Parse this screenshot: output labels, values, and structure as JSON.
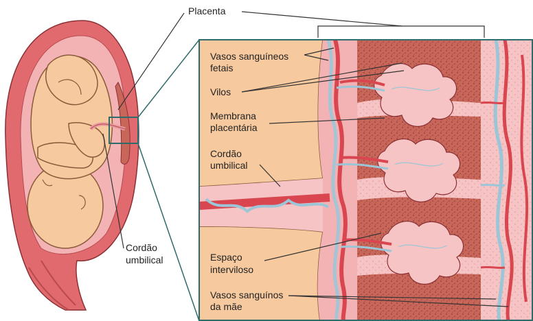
{
  "labels": {
    "placenta": "Placenta",
    "fetal_vessels_1": "Vasos sanguíneos",
    "fetal_vessels_2": "fetais",
    "villi": "Vilos",
    "membrane_1": "Membrana",
    "membrane_2": "placentária",
    "cord_inset_1": "Cordão",
    "cord_inset_2": "umbilical",
    "cord_left_1": "Cordão",
    "cord_left_2": "umbilical",
    "intervillous_1": "Espaço",
    "intervillous_2": "interviloso",
    "maternal_vessels_1": "Vasos sanguínos",
    "maternal_vessels_2": "da mãe"
  },
  "colors": {
    "uterus_wall": "#e06a6e",
    "uterus_inner": "#f3b3b5",
    "fetus_skin": "#f6c99e",
    "fetus_outline": "#8a5a3a",
    "amniotic": "#fde3d8",
    "placenta_tissue": "#c8665a",
    "artery": "#d9464f",
    "vein": "#9cc6d8",
    "inset_border": "#2f6b6b",
    "pink_bg": "#f6c4c4",
    "leader": "#333333"
  }
}
